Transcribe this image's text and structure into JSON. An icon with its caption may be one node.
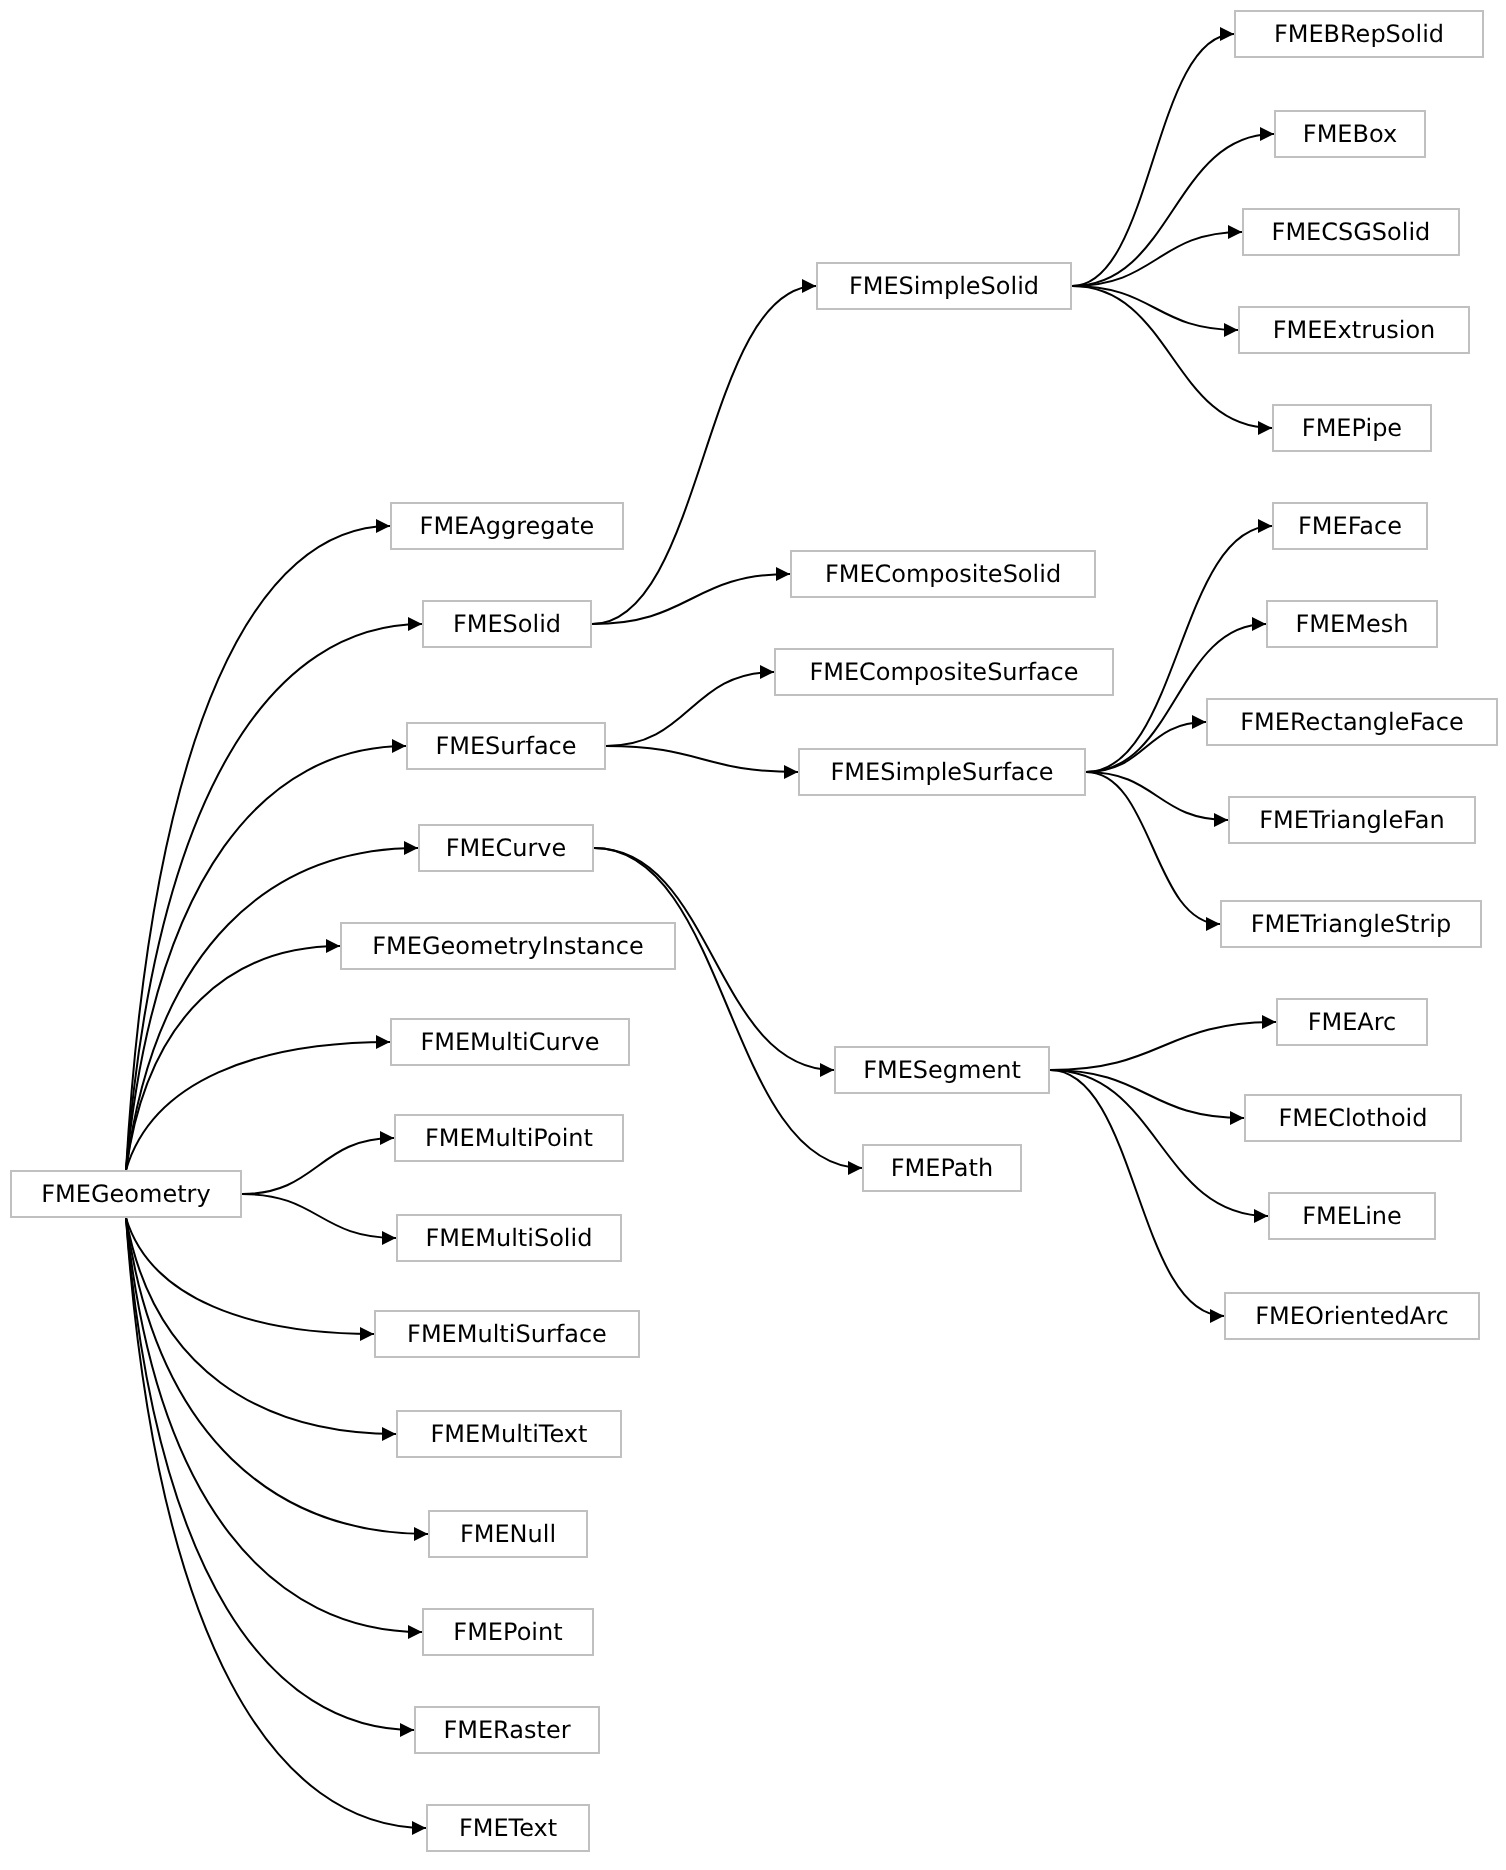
{
  "diagram": {
    "nodes": [
      {
        "text": [
          "FMEGeometry"
        ]
      },
      {
        "text": [
          "FMEAggregate"
        ]
      },
      {
        "text": [
          "FMESolid"
        ]
      },
      {
        "text": [
          "FMESurface"
        ]
      },
      {
        "text": [
          "FMECurve"
        ]
      },
      {
        "text": [
          "FMEGeometryInstance"
        ]
      },
      {
        "text": [
          "FMEMultiCurve"
        ]
      },
      {
        "text": [
          "FMEMultiPoint"
        ]
      },
      {
        "text": [
          "FMEMultiSolid"
        ]
      },
      {
        "text": [
          "FMEMultiSurface"
        ]
      },
      {
        "text": [
          "FMEMultiText"
        ]
      },
      {
        "text": [
          "FMENull"
        ]
      },
      {
        "text": [
          "FMEPoint"
        ]
      },
      {
        "text": [
          "FMERaster"
        ]
      },
      {
        "text": [
          "FMEText"
        ]
      },
      {
        "text": [
          "FMESimpleSolid"
        ]
      },
      {
        "text": [
          "FMECompositeSolid"
        ]
      },
      {
        "text": [
          "FMECompositeSurface"
        ]
      },
      {
        "text": [
          "FMESimpleSurface"
        ]
      },
      {
        "text": [
          "FMESegment"
        ]
      },
      {
        "text": [
          "FMEPath"
        ]
      },
      {
        "text": [
          "FMEBRepSolid"
        ]
      },
      {
        "text": [
          "FMEBox"
        ]
      },
      {
        "text": [
          "FMECSGSolid"
        ]
      },
      {
        "text": [
          "FMEExtrusion"
        ]
      },
      {
        "text": [
          "FMEPipe"
        ]
      },
      {
        "text": [
          "FMEFace"
        ]
      },
      {
        "text": [
          "FMEMesh"
        ]
      },
      {
        "text": [
          "FMERectangleFace"
        ]
      },
      {
        "text": [
          "FMETriangleFan"
        ]
      },
      {
        "text": [
          "FMETriangleStrip"
        ]
      },
      {
        "text": [
          "FMEArc"
        ]
      },
      {
        "text": [
          "FMEClothoid"
        ]
      },
      {
        "text": [
          "FMELine"
        ]
      },
      {
        "text": [
          "FMEOrientedArc"
        ]
      }
    ],
    "edges": [
      {
        "from": 0,
        "to": 1,
        "arrow": "to"
      },
      {
        "from": 0,
        "to": 2,
        "arrow": "to"
      },
      {
        "from": 0,
        "to": 3,
        "arrow": "to"
      },
      {
        "from": 0,
        "to": 4,
        "arrow": "to"
      },
      {
        "from": 0,
        "to": 5,
        "arrow": "to"
      },
      {
        "from": 0,
        "to": 6,
        "arrow": "to"
      },
      {
        "from": 0,
        "to": 7,
        "arrow": "to"
      },
      {
        "from": 0,
        "to": 8,
        "arrow": "to"
      },
      {
        "from": 0,
        "to": 9,
        "arrow": "to"
      },
      {
        "from": 0,
        "to": 10,
        "arrow": "to"
      },
      {
        "from": 0,
        "to": 11,
        "arrow": "to"
      },
      {
        "from": 0,
        "to": 12,
        "arrow": "to"
      },
      {
        "from": 0,
        "to": 13,
        "arrow": "to"
      },
      {
        "from": 0,
        "to": 14,
        "arrow": "to"
      },
      {
        "from": 2,
        "to": 15,
        "arrow": "to"
      },
      {
        "from": 2,
        "to": 16,
        "arrow": "to"
      },
      {
        "from": 3,
        "to": 17,
        "arrow": "to"
      },
      {
        "from": 3,
        "to": 18,
        "arrow": "to"
      },
      {
        "from": 4,
        "to": 19,
        "arrow": "to"
      },
      {
        "from": 4,
        "to": 20,
        "arrow": "to"
      },
      {
        "from": 15,
        "to": 21,
        "arrow": "to"
      },
      {
        "from": 15,
        "to": 22,
        "arrow": "to"
      },
      {
        "from": 15,
        "to": 23,
        "arrow": "to"
      },
      {
        "from": 15,
        "to": 24,
        "arrow": "to"
      },
      {
        "from": 15,
        "to": 25,
        "arrow": "to"
      },
      {
        "from": 18,
        "to": 26,
        "arrow": "to"
      },
      {
        "from": 18,
        "to": 27,
        "arrow": "to"
      },
      {
        "from": 18,
        "to": 28,
        "arrow": "to"
      },
      {
        "from": 18,
        "to": 29,
        "arrow": "to"
      },
      {
        "from": 18,
        "to": 30,
        "arrow": "to"
      },
      {
        "from": 19,
        "to": 31,
        "arrow": "to"
      },
      {
        "from": 19,
        "to": 32,
        "arrow": "to"
      },
      {
        "from": 19,
        "to": 33,
        "arrow": "to"
      },
      {
        "from": 19,
        "to": 34,
        "arrow": "to"
      }
    ]
  }
}
